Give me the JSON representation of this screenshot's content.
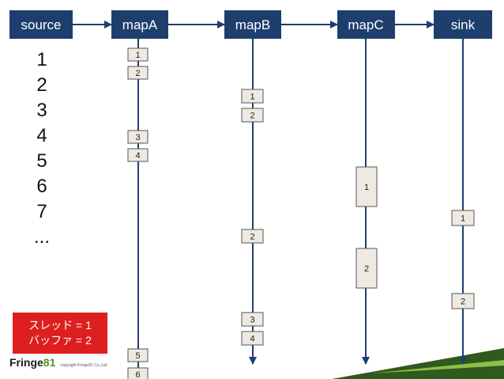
{
  "nodes": [
    {
      "id": "source",
      "label": "source"
    },
    {
      "id": "mapA",
      "label": "mapA"
    },
    {
      "id": "mapB",
      "label": "mapB"
    },
    {
      "id": "mapC",
      "label": "mapC"
    },
    {
      "id": "sink",
      "label": "sink"
    }
  ],
  "source_items": [
    "1",
    "2",
    "3",
    "4",
    "5",
    "6",
    "7",
    "..."
  ],
  "lanes": {
    "mapA": [
      "1",
      "2",
      "3",
      "4",
      "5",
      "6"
    ],
    "mapB": [
      "1",
      "2",
      "2",
      "3",
      "4"
    ],
    "mapC": [
      "1",
      "2"
    ],
    "sink": [
      "1",
      "2"
    ]
  },
  "legend": {
    "line1": "スレッド = 1",
    "line2": "バッファ = 2"
  },
  "brand": {
    "name": "Fringe",
    "number": "81",
    "copyright": "copyright Fringe81 Co.,Ltd."
  },
  "colors": {
    "node": "#1e3f6e",
    "arrow": "#1e3f6e",
    "box_fill": "#eeeae2",
    "legend": "#dd1f1f",
    "accent": "#5a8f2a"
  }
}
